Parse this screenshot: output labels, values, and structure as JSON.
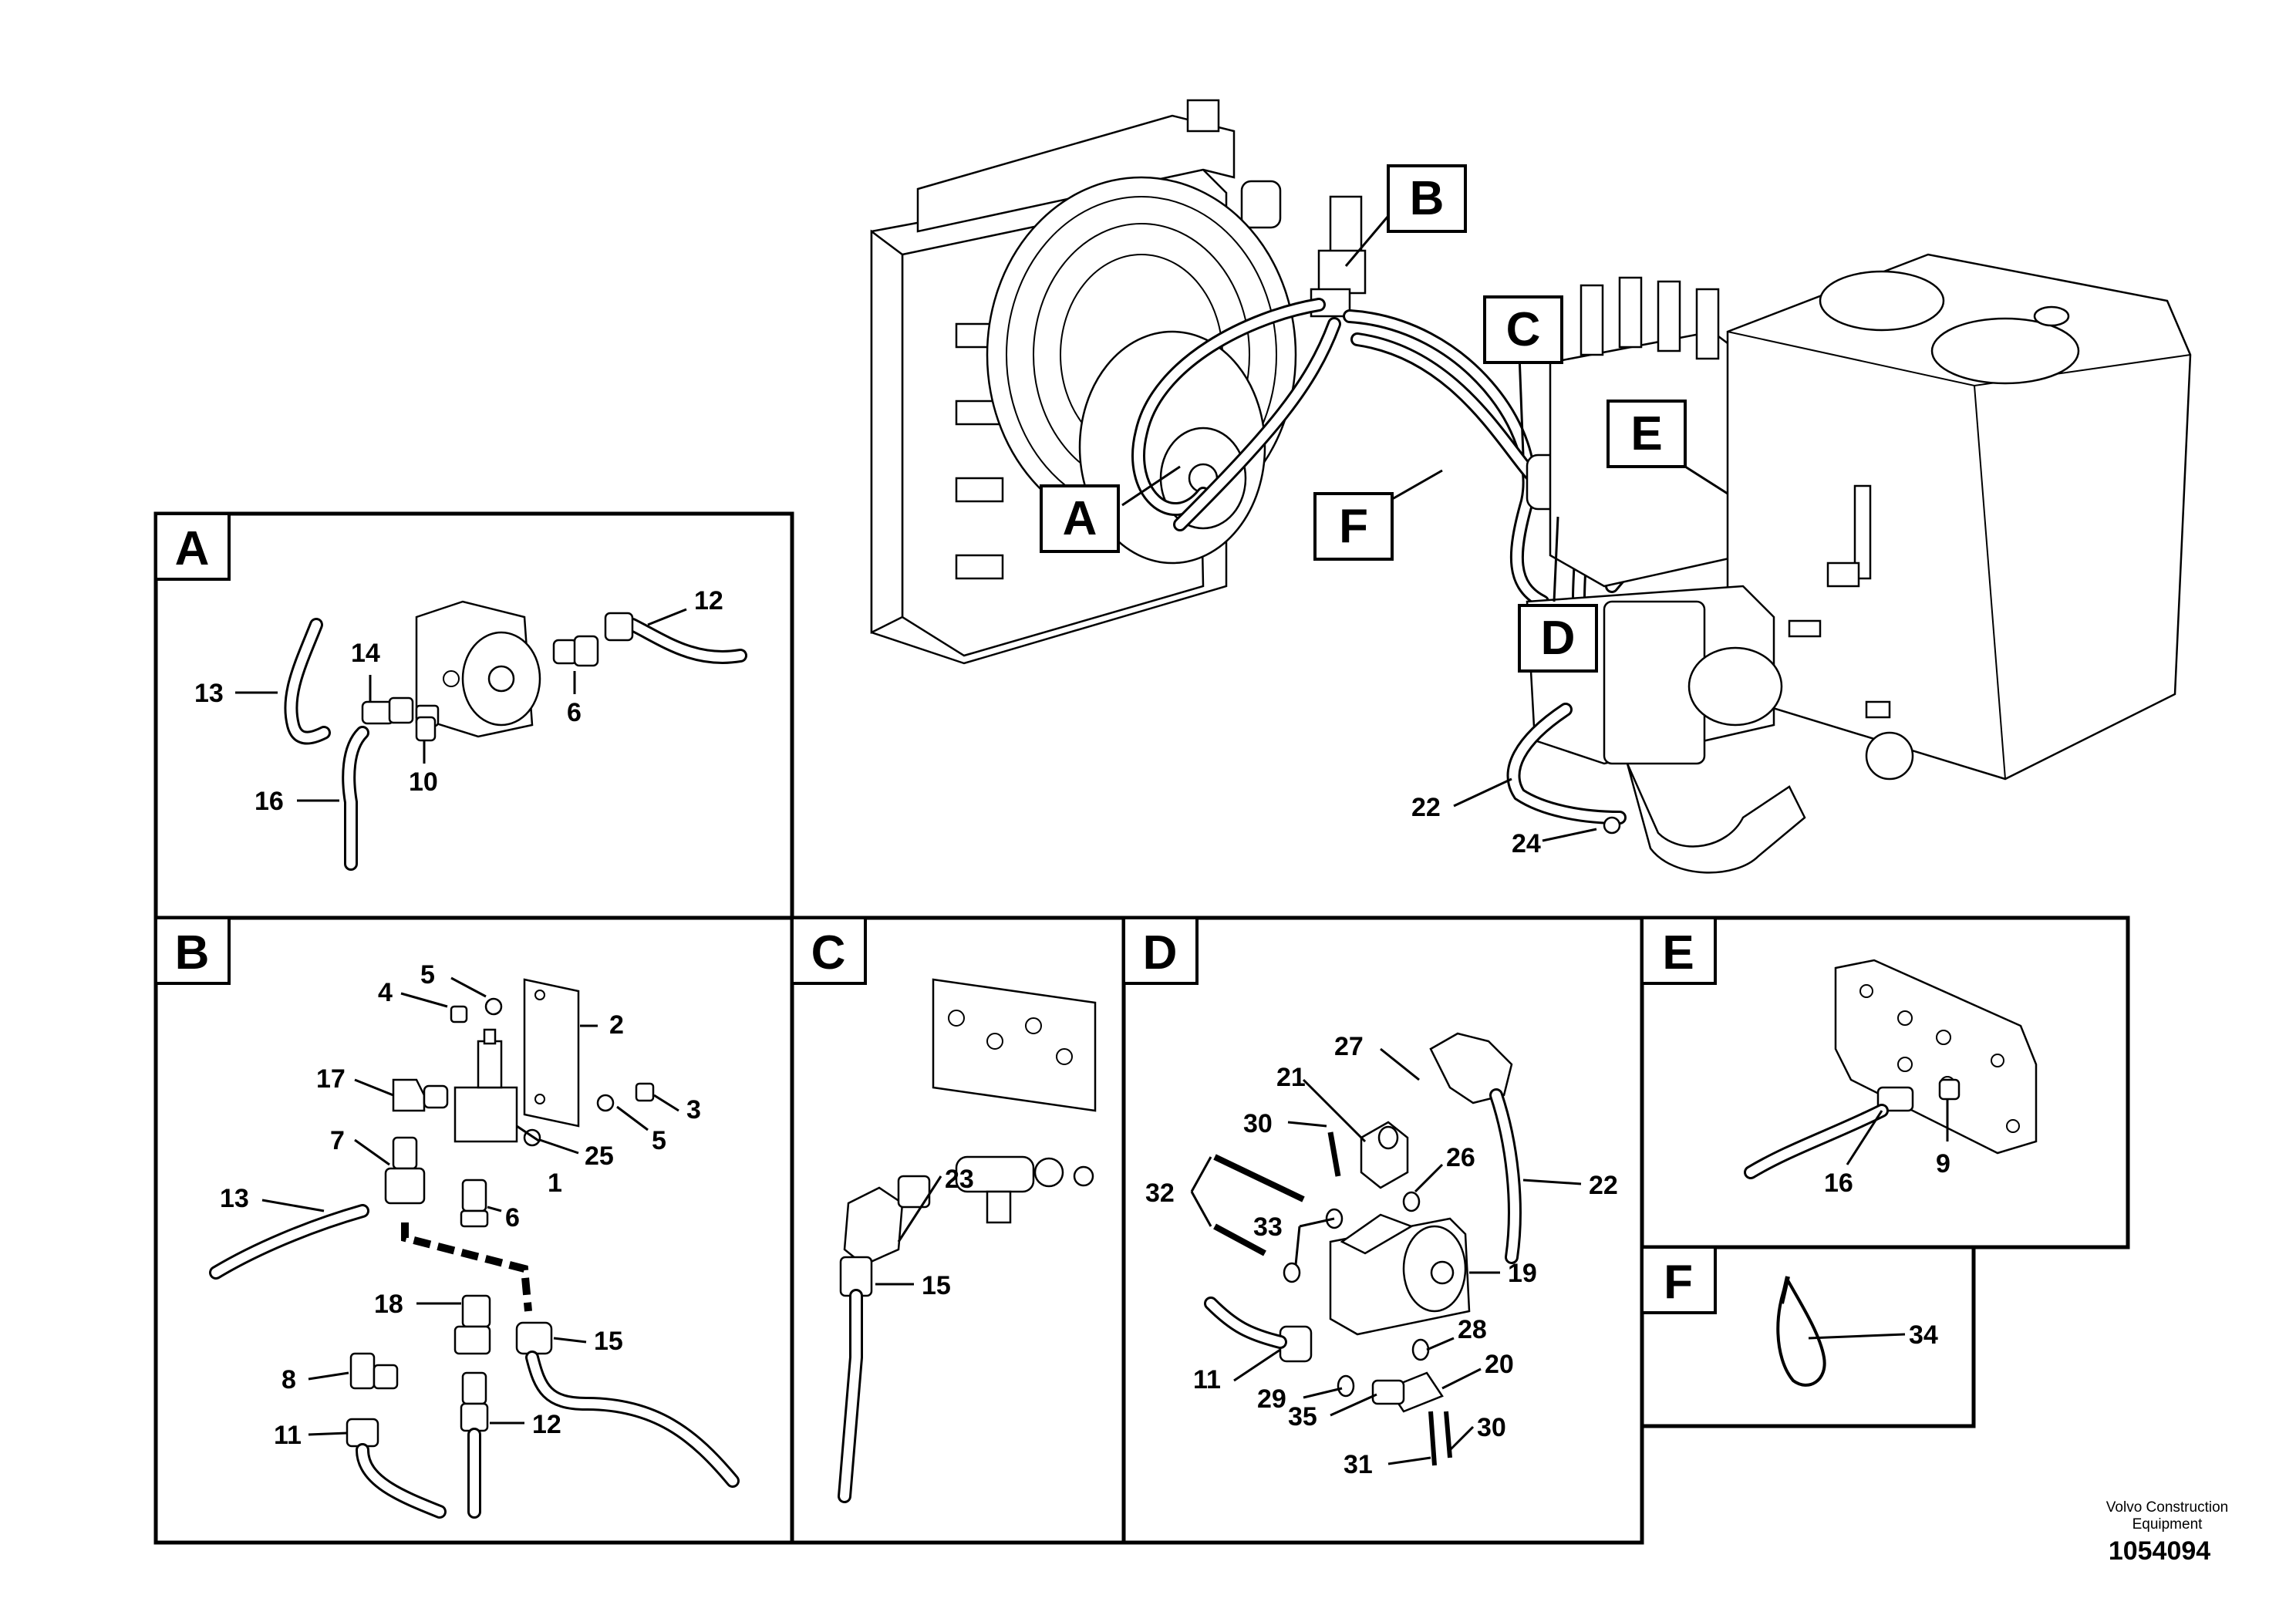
{
  "callouts": [
    "A",
    "B",
    "C",
    "D",
    "E",
    "F"
  ],
  "overview_numbers": [
    "22",
    "24"
  ],
  "panels": {
    "A": {
      "letter": "A",
      "numbers": [
        "12",
        "13",
        "14",
        "6",
        "16",
        "10"
      ]
    },
    "B": {
      "letter": "B",
      "numbers": [
        "5",
        "4",
        "2",
        "17",
        "3",
        "7",
        "5",
        "25",
        "13",
        "1",
        "6",
        "18",
        "15",
        "8",
        "12",
        "11"
      ]
    },
    "C": {
      "letter": "C",
      "numbers": [
        "23",
        "15"
      ]
    },
    "D": {
      "letter": "D",
      "numbers": [
        "27",
        "21",
        "30",
        "26",
        "32",
        "22",
        "33",
        "19",
        "28",
        "11",
        "20",
        "29",
        "35",
        "30",
        "31"
      ]
    },
    "E": {
      "letter": "E",
      "numbers": [
        "16",
        "9"
      ]
    },
    "F": {
      "letter": "F",
      "numbers": [
        "34"
      ]
    }
  },
  "footer": {
    "company_line1": "Volvo Construction",
    "company_line2": "Equipment",
    "doc_number": "1054094"
  }
}
